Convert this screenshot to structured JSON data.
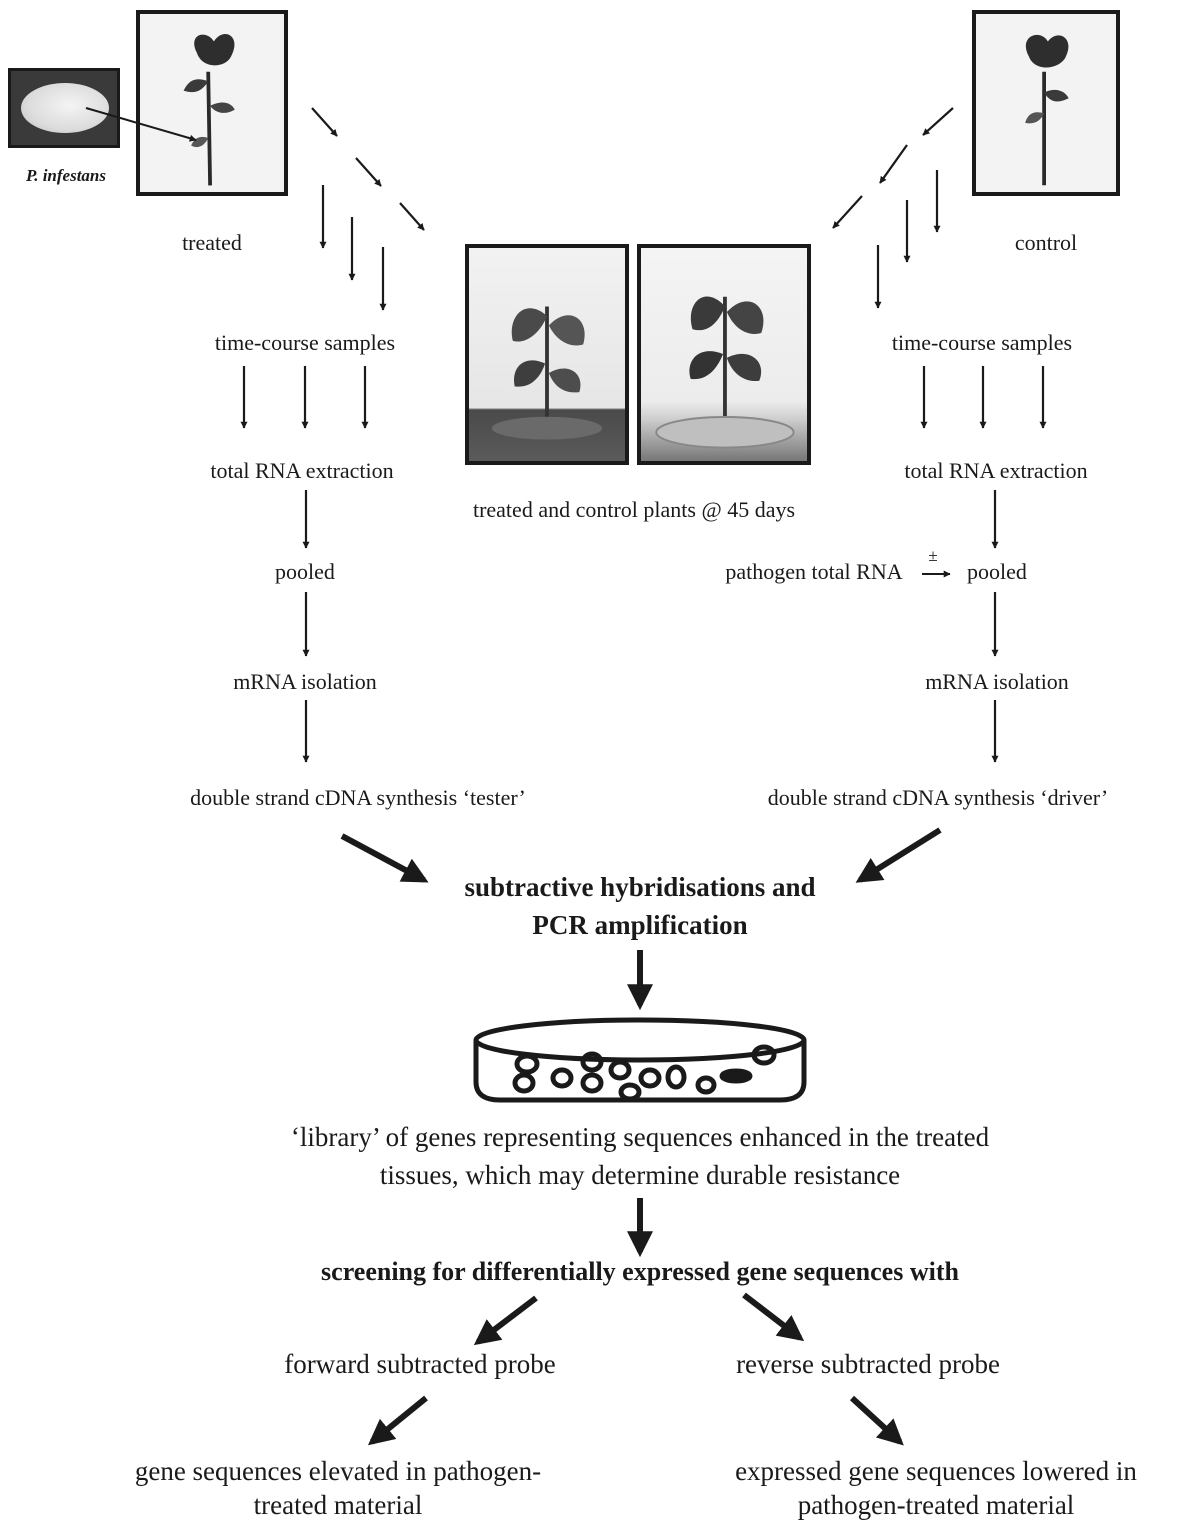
{
  "labels": {
    "pathogen": "P. infestans",
    "treated": "treated",
    "control": "control",
    "time_course_left": "time-course samples",
    "time_course_right": "time-course samples",
    "rna_left": "total RNA extraction",
    "rna_right": "total RNA extraction",
    "plants_caption": "treated and control plants @ 45 days",
    "pooled_left": "pooled",
    "pathogen_rna": "pathogen total RNA",
    "plus_minus": "±",
    "pooled_right": "pooled",
    "mrna_left": "mRNA isolation",
    "mrna_right": "mRNA isolation",
    "cdna_tester": "double strand cDNA synthesis ‘tester’",
    "cdna_driver": "double strand cDNA synthesis ‘driver’",
    "subtractive_line1": "subtractive hybridisations and",
    "subtractive_line2": "PCR amplification",
    "library_line1": "‘library’ of genes representing sequences enhanced in the treated",
    "library_line2": "tissues, which may determine durable resistance",
    "screening": "screening for differentially expressed gene sequences with",
    "forward_probe": "forward subtracted probe",
    "reverse_probe": "reverse subtracted probe",
    "elevated_line1": "gene sequences elevated in pathogen-",
    "elevated_line2": "treated material",
    "lowered_line1": "expressed gene sequences lowered in",
    "lowered_line2": "pathogen-treated material"
  },
  "colors": {
    "ink": "#1a1a1a",
    "background": "#ffffff"
  }
}
